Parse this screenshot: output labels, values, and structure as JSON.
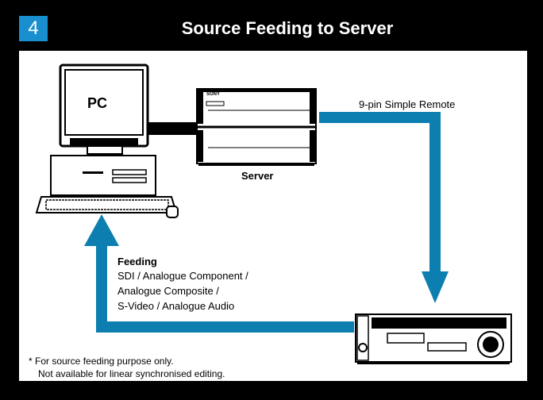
{
  "section_number": "4",
  "title": "Source Feeding to Server",
  "labels": {
    "pc": "PC",
    "server": "Server",
    "remote": "9-pin Simple Remote",
    "feeding_title": "Feeding",
    "feeding_lines": [
      "SDI / Analogue Component /",
      "Analogue Composite /",
      "S-Video / Analogue Audio"
    ],
    "note_lines": [
      "* For source feeding purpose only.",
      "Not available for linear synchronised editing."
    ],
    "brand": "SONY"
  },
  "colors": {
    "accent": "#1a8fd0",
    "arrow": "#0c7fb0",
    "background": "#000000",
    "panel": "#ffffff"
  }
}
